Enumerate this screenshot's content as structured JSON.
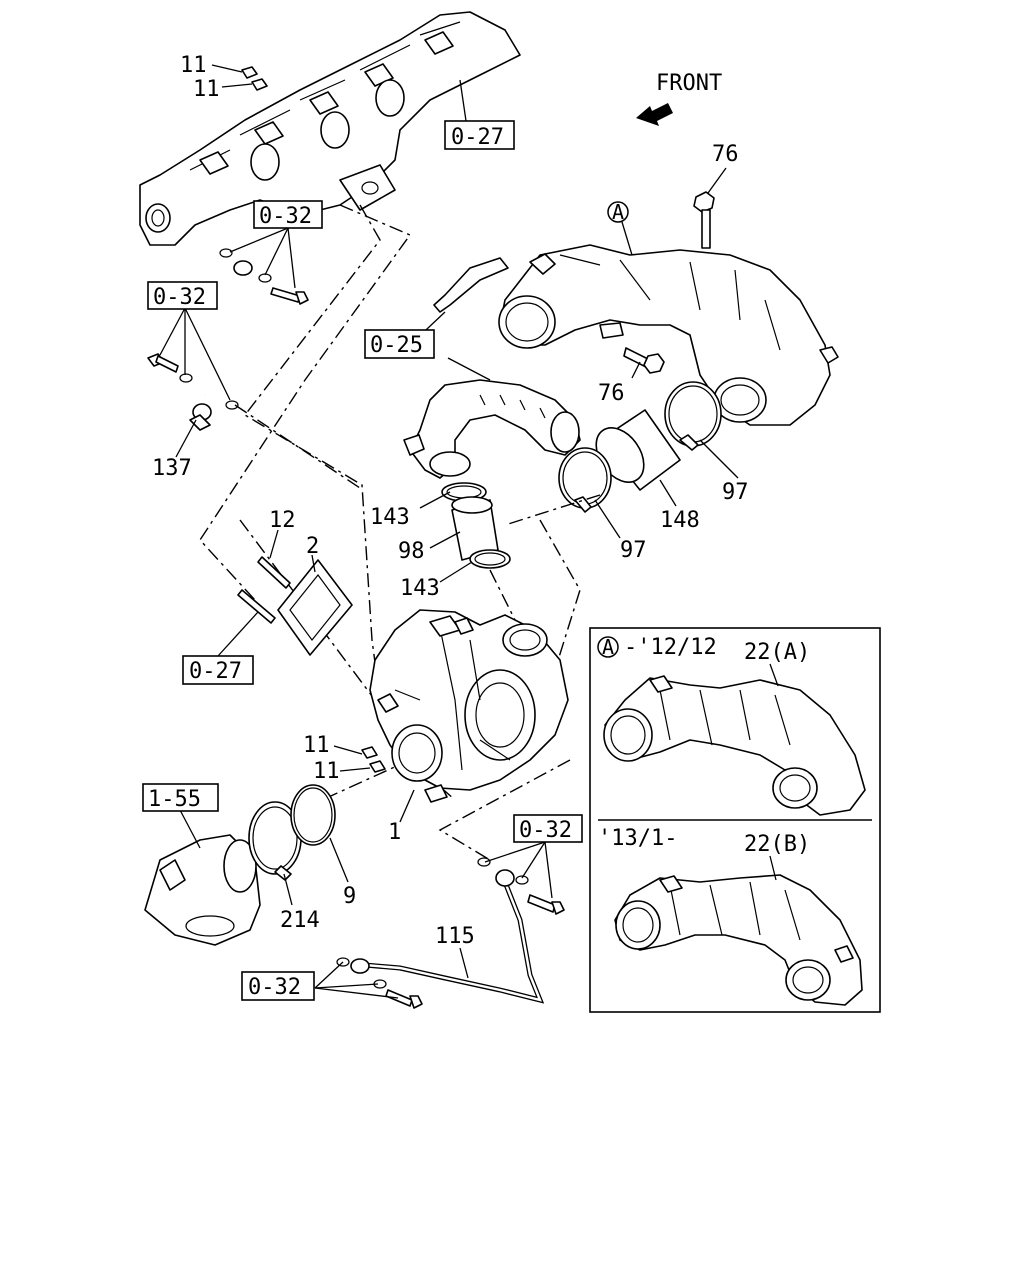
{
  "front_label": "FRONT",
  "callouts": {
    "c11a": "11",
    "c11b": "11",
    "c027a": "0-27",
    "c76a": "76",
    "cA": "A",
    "c032a": "0-32",
    "c032b": "0-32",
    "c025": "0-25",
    "c76b": "76",
    "c137": "137",
    "c97a": "97",
    "c148": "148",
    "c143a": "143",
    "c12": "12",
    "c2": "2",
    "c98": "98",
    "c97b": "97",
    "c143b": "143",
    "c027b": "0-27",
    "c11c": "11",
    "c11d": "11",
    "c155": "1-55",
    "c1": "1",
    "c032c": "0-32",
    "c9": "9",
    "c214": "214",
    "c115": "115",
    "c032d": "0-32"
  },
  "inset": {
    "circle_label": "A",
    "range_a": "-'12/12",
    "part_a": "22(A)",
    "range_b": "'13/1-",
    "part_b": "22(B)"
  }
}
